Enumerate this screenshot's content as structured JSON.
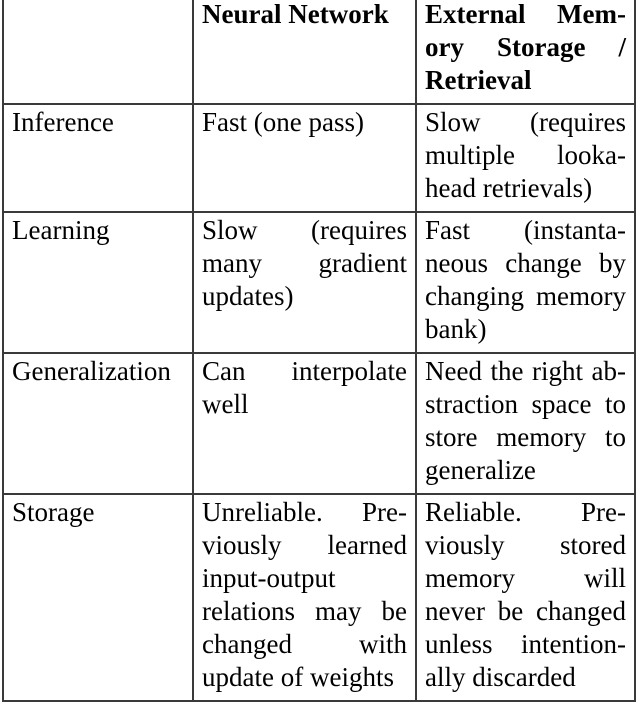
{
  "document": {
    "type": "comparison-table",
    "columns": [
      {
        "key": "label",
        "header": ""
      },
      {
        "key": "neural_network",
        "header": "Neural Network"
      },
      {
        "key": "external_memory",
        "header": "External Mem­­ory Storage / Retrieval"
      }
    ],
    "rows": [
      {
        "label": "Inference",
        "neural_network": "Fast (one pass)",
        "external_memory": "Slow (requires multiple looka­head retrievals)"
      },
      {
        "label": "Learning",
        "neural_network": "Slow (requires many gradient updates)",
        "external_memory": "Fast (instanta­neous change by changing memory bank)"
      },
      {
        "label": "Generalization",
        "neural_network": "Can interpolate well",
        "external_memory": "Need the right ab­straction space to store memory to generalize"
      },
      {
        "label": "Storage",
        "neural_network": "Unreliable. Pre­viously learned input-output relations may be changed with update of weights",
        "external_memory": "Reliable. Pre­viously stored memory will never be changed unless intention­ally discarded"
      }
    ]
  },
  "style": {
    "border_color": "#3a3a3a",
    "text_color": "#000000",
    "background": "#ffffff"
  }
}
